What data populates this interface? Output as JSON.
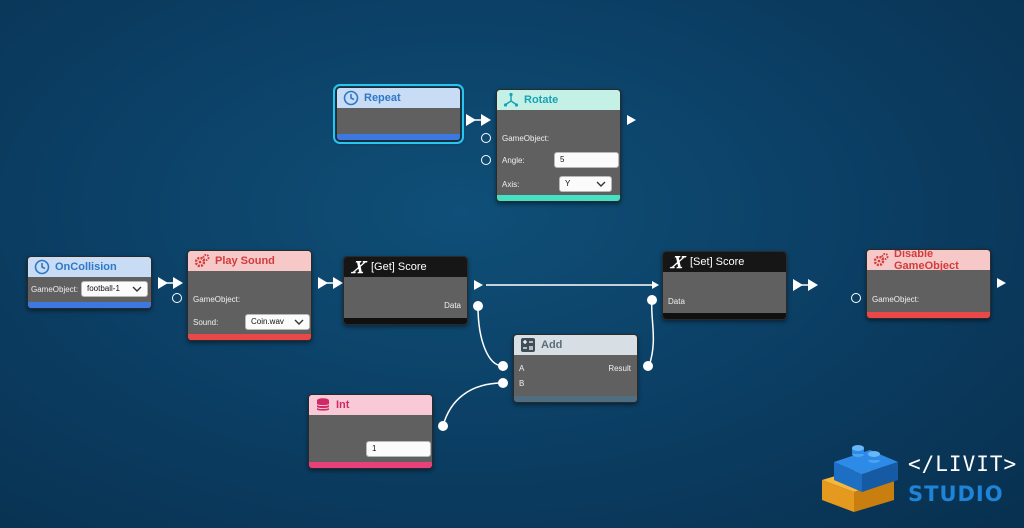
{
  "nodes": {
    "repeat": {
      "title": "Repeat",
      "icon": "clock-icon",
      "header_color": "#c8dcf6",
      "title_color": "#2e78c8",
      "footer_color": "#3c78e0"
    },
    "rotate": {
      "title": "Rotate",
      "icon": "axes-icon",
      "header_color": "#c4f0e6",
      "title_color": "#18a3b4",
      "footer_color": "#46e0c4",
      "gameobject_label": "GameObject:",
      "angle_label": "Angle:",
      "angle_value": "5",
      "axis_label": "Axis:",
      "axis_value": "Y"
    },
    "oncollision": {
      "title": "OnCollision",
      "icon": "clock-icon",
      "header_color": "#c8dcf6",
      "title_color": "#2e78c8",
      "footer_color": "#3c78e0",
      "gameobject_label": "GameObject:",
      "gameobject_value": "football-1"
    },
    "playsound": {
      "title": "Play Sound",
      "icon": "gears-icon",
      "header_color": "#f6c8c8",
      "title_color": "#d23c3c",
      "footer_color": "#e84848",
      "gameobject_label": "GameObject:",
      "sound_label": "Sound:",
      "sound_value": "Coin.wav"
    },
    "getscore": {
      "title": "[Get] Score",
      "icon": "variable-x-icon",
      "header_color": "#161616",
      "title_color": "#ffffff",
      "footer_color": "#101010",
      "data_label": "Data"
    },
    "setscore": {
      "title": "[Set] Score",
      "icon": "variable-x-icon",
      "header_color": "#161616",
      "title_color": "#ffffff",
      "footer_color": "#101010",
      "data_label": "Data"
    },
    "disable": {
      "title": "Disable GameObject",
      "icon": "gears-icon",
      "header_color": "#f6c8c8",
      "title_color": "#d23c3c",
      "footer_color": "#e84848",
      "gameobject_label": "GameObject:"
    },
    "add": {
      "title": "Add",
      "icon": "calculator-icon",
      "header_color": "#d8dfe4",
      "title_color": "#5a6e7a",
      "footer_color": "#4f6e82",
      "a_label": "A",
      "b_label": "B",
      "result_label": "Result"
    },
    "int": {
      "title": "Int",
      "icon": "database-icon",
      "header_color": "#f8cad8",
      "title_color": "#cf2a66",
      "footer_color": "#e8407a",
      "value": "1"
    }
  },
  "logo": {
    "line1": "</LIVIT>",
    "line2": "STUDIO"
  },
  "colors": {
    "wire": "#ffffff",
    "background": "#0b3d62",
    "node_body": "#606060"
  }
}
